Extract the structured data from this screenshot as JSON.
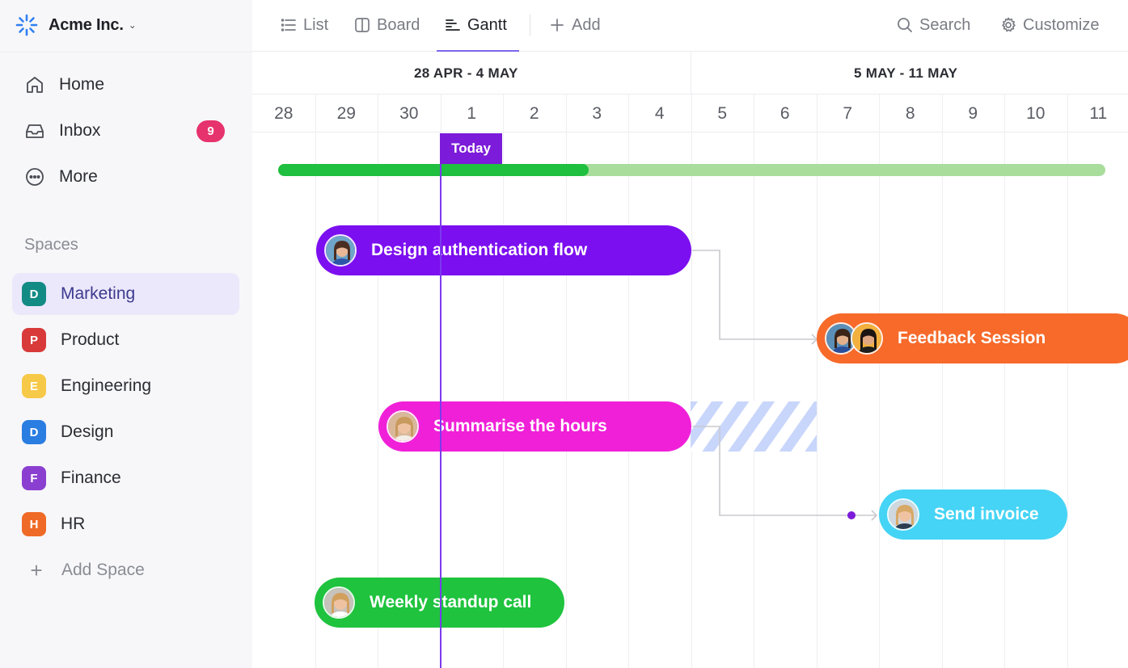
{
  "workspace": {
    "name": "Acme Inc."
  },
  "views": [
    {
      "label": "List",
      "icon": "list-icon"
    },
    {
      "label": "Board",
      "icon": "board-icon"
    },
    {
      "label": "Gantt",
      "icon": "gantt-icon",
      "active": true
    },
    {
      "label": "Add",
      "icon": "plus-icon"
    }
  ],
  "toolbar": {
    "search_label": "Search",
    "customize_label": "Customize"
  },
  "nav": {
    "home": "Home",
    "inbox": "Inbox",
    "inbox_count": "9",
    "more": "More"
  },
  "spaces": {
    "heading": "Spaces",
    "items": [
      {
        "letter": "D",
        "label": "Marketing",
        "color": "#138b85",
        "active": true
      },
      {
        "letter": "P",
        "label": "Product",
        "color": "#d83a3a"
      },
      {
        "letter": "E",
        "label": "Engineering",
        "color": "#f7c948"
      },
      {
        "letter": "D",
        "label": "Design",
        "color": "#2a7de1"
      },
      {
        "letter": "F",
        "label": "Finance",
        "color": "#8a3fd1"
      },
      {
        "letter": "H",
        "label": "HR",
        "color": "#ef6a26"
      }
    ],
    "add_label": "Add Space"
  },
  "gantt": {
    "weeks": [
      "28 APR - 4 MAY",
      "5 MAY - 11 MAY"
    ],
    "days": [
      "28",
      "29",
      "30",
      "1",
      "2",
      "3",
      "4",
      "5",
      "6",
      "7",
      "8",
      "9",
      "10",
      "11"
    ],
    "today_label": "Today",
    "progress": 0.375,
    "progress_colors": {
      "done": "#1fbf3f",
      "remaining": "#a8dd9c"
    },
    "tasks": [
      {
        "label": "Design authentication flow",
        "color": "#7c0ff0"
      },
      {
        "label": "Feedback Session",
        "color": "#f76a2a"
      },
      {
        "label": "Summarise the hours",
        "color": "#f020d8"
      },
      {
        "label": "Send invoice",
        "color": "#45d4f5"
      },
      {
        "label": "Weekly standup call",
        "color": "#1fc33e"
      }
    ]
  }
}
